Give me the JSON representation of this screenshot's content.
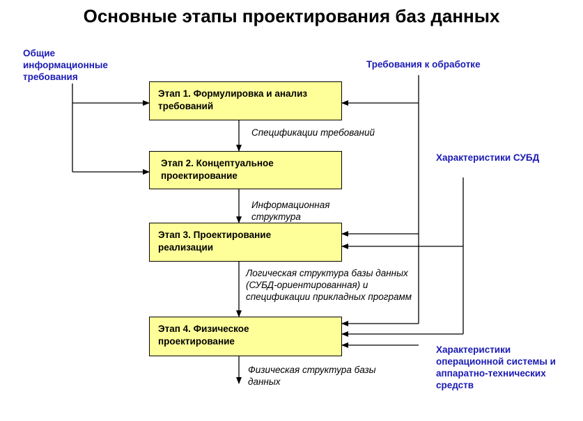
{
  "title": "Основные этапы проектирования баз данных",
  "stages": [
    {
      "label": "Этап 1. Формулировка и анализ требований"
    },
    {
      "label": "Этап 2. Концептуальное проектирование"
    },
    {
      "label": "Этап 3. Проектирование реализации"
    },
    {
      "label": "Этап 4. Физическое проектирование"
    }
  ],
  "inputs": {
    "general_requirements": "Общие информационные требования",
    "processing_requirements": "Требования к обработке",
    "dbms_characteristics": "Характеристики СУБД",
    "os_hw_characteristics": "Характеристики операционной системы и аппаратно-технических средств"
  },
  "outputs": [
    "Спецификации требований",
    "Информационная структура",
    "Логическая структура базы данных (СУБД-ориентированная) и спецификации прикладных программ",
    "Физическая структура базы данных"
  ],
  "colors": {
    "box_fill": "#ffff99",
    "label_blue": "#1a1ab4",
    "line": "#000000"
  }
}
